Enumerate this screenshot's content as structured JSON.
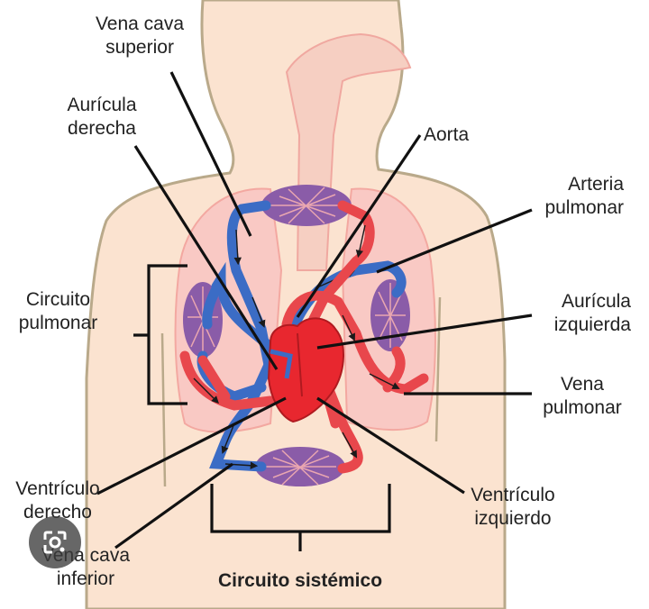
{
  "labels": {
    "vena_cava_superior": "Vena cava\nsuperior",
    "auricula_derecha": "Aurícula\nderecha",
    "aorta": "Aorta",
    "arteria_pulmonar": "Arteria\npulmonar",
    "circuito_pulmonar": "Circuito\npulmonar",
    "auricula_izquierda": "Aurícula\nizquierda",
    "vena_pulmonar": "Vena\npulmonar",
    "ventriculo_derecho": "Ventrículo\nderecho",
    "ventriculo_izquierdo": "Ventrículo\nizquierdo",
    "vena_cava_inferior": "Vena cava\ninferior",
    "circuito_sistemico": "Circuito sistémico"
  },
  "colors": {
    "skin": "#fbe3d0",
    "outline": "#b9a98a",
    "lung": "#f9c9c4",
    "oxygenated": "#e8474c",
    "deoxygenated": "#3b6cc5",
    "capillary": "#8a5ca8",
    "heart": "#e8272f",
    "leader": "#111111"
  },
  "icons": {
    "lens": "google-lens-icon"
  }
}
